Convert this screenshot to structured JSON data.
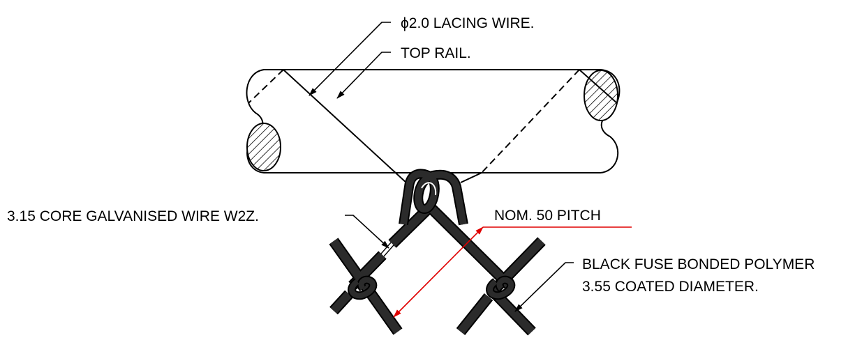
{
  "labels": {
    "lacing_wire": "ϕ2.0 LACING WIRE.",
    "top_rail": "TOP RAIL.",
    "core_wire": "3.15 CORE GALVANISED WIRE W2Z.",
    "pitch": "NOM. 50 PITCH",
    "coating_line1": "BLACK FUSE BONDED POLYMER",
    "coating_line2": "3.55 COATED DIAMETER."
  },
  "colors": {
    "line": "#000000",
    "wire_coating": "#2b2b2b",
    "dimension": "#e00000",
    "background": "#ffffff"
  }
}
